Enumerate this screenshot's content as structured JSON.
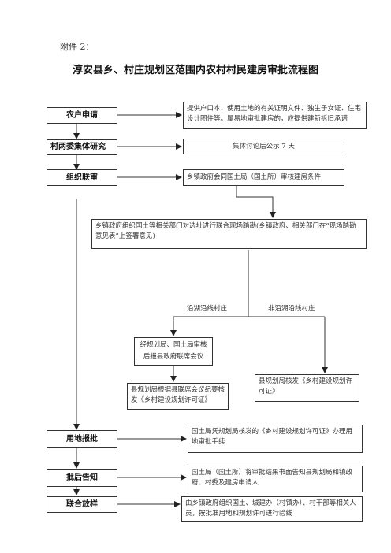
{
  "attachment": "附件 2：",
  "title": "淳安县乡、村庄规划区范围内农村村民建房审批流程图",
  "steps": {
    "apply": {
      "label": "农户申请",
      "note": "提供户口本、使用土地的有关证明文件、独生子女证、住宅设计图件等。属易地审批建房的，应提供建新拆旧承诺"
    },
    "village": {
      "label": "村两委集体研究",
      "note": "集体讨论后公示 7 天"
    },
    "organize": {
      "label": "组织联审",
      "note": "乡镇政府会同国土局（国土所）审核建房条件"
    },
    "survey": {
      "note": "乡镇政府组织国土等相关部门对选址进行联合现场踏勘(乡镇政府、相关部门在“现场踏勘意见表”上签署意见)"
    },
    "branch_left": "沿湖沿线村庄",
    "branch_right": "非沿湖沿线村庄",
    "review": {
      "note": "经规划局、国土局审核后报县政府联席会议"
    },
    "issue_left": {
      "note": "县规划局根据县联席会议纪要核发《乡村建设规划许可证》"
    },
    "issue_right": {
      "note": "县规划局核发《乡村建设规划许可证》"
    },
    "land": {
      "label": "用地报批",
      "note": "国土局凭规划局核发的《乡村建设规划许可证》办理用地审批手续"
    },
    "notice": {
      "label": "批后告知",
      "note": "国土局（国土所）将审批结果书面告知县规划局和镇政府、村委及建房申请人"
    },
    "joint": {
      "label": "联合放样",
      "note": "由乡镇政府组织国土、城建办（村镇办）、村干部等相关人员，按批准用地和规划许可进行验线"
    }
  }
}
